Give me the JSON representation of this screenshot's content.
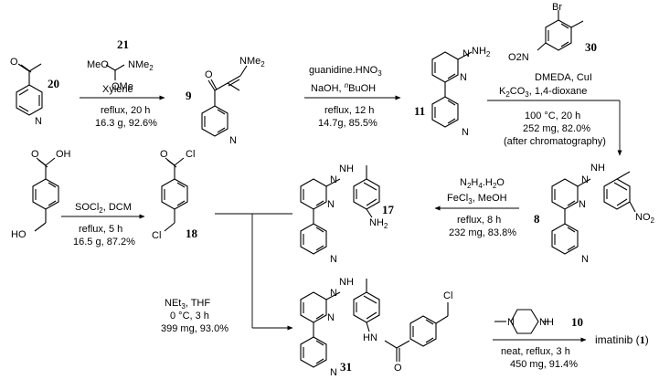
{
  "compounds": {
    "c20": "20",
    "c21": "21",
    "c9": "9",
    "c11": "11",
    "c30": "30",
    "c8": "8",
    "c17": "17",
    "c18": "18",
    "c31": "31",
    "c10": "10"
  },
  "atoms": {
    "NMe2": "NMe",
    "sub2": "2",
    "MeO": "MeO",
    "OMe": "OMe",
    "N": "N",
    "O": "O",
    "NH2": "NH",
    "NH": "H",
    "Br": "Br",
    "Cl": "Cl",
    "OH": "OH",
    "HO": "HO",
    "NO2": "NO"
  },
  "step1": {
    "reagent": "Xylene",
    "cond1": "reflux, 20 h",
    "cond2": "16.3 g, 92.6%"
  },
  "step2": {
    "reagent1": "guanidine.HNO",
    "reagent1_sub": "3",
    "reagent2a": "NaOH, ",
    "reagent2_sup": "n",
    "reagent2b": "BuOH",
    "cond1": "reflux, 12 h",
    "cond2": "14.7g, 85.5%"
  },
  "step3": {
    "reagent1": "DMEDA, CuI",
    "reagent2a": "K",
    "reagent2_sub1": "2",
    "reagent2b": "CO",
    "reagent2_sub2": "3",
    "reagent2c": ", 1,4-dioxane",
    "cond1": "100 °C, 20 h",
    "cond2": "252 mg, 82.0%",
    "cond3": "(after chromatography)"
  },
  "step4": {
    "reagent1a": "N",
    "reagent1_sub1": "2",
    "reagent1b": "H",
    "reagent1_sub2": "4",
    "reagent1c": ".H",
    "reagent1_sub3": "2",
    "reagent1d": "O",
    "reagent2a": "FeCl",
    "reagent2_sub": "3",
    "reagent2b": ", MeOH",
    "cond1": "reflux, 8 h",
    "cond2": "232 mg, 83.8%"
  },
  "step5": {
    "reagent1a": "SOCl",
    "reagent1_sub": "2",
    "reagent1b": ", DCM",
    "cond1": "reflux, 5 h",
    "cond2": "16.5 g, 87.2%"
  },
  "step6": {
    "reagent1a": "NEt",
    "reagent1_sub": "3",
    "reagent1b": ", THF",
    "cond1": "0 °C, 3 h",
    "cond2": "399 mg, 93.0%"
  },
  "step7": {
    "cond1": "neat, reflux, 3 h",
    "cond2": "450 mg, 91.4%"
  },
  "product": {
    "name": "imatinib (",
    "num": "1",
    "close": ")"
  }
}
